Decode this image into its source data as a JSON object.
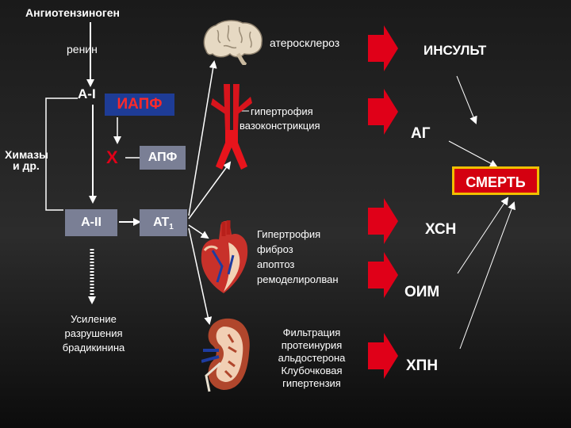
{
  "top_label": "Ангиотензиноген",
  "renin": "ренин",
  "a1": "A-I",
  "iapf": "ИАПФ",
  "chymases": [
    "Химазы",
    "и др."
  ],
  "block_mark": "X",
  "apf": "АПФ",
  "a2": "A-II",
  "at1_main": "AT",
  "at1_sub": "1",
  "bradykinin": [
    "Усиление",
    "разрушения",
    "брадикинина"
  ],
  "effects": {
    "brain": "атеросклероз",
    "vessel": [
      "гипертрофия",
      "вазоконстрикция"
    ],
    "heart": [
      "Гипертрофия",
      "фиброз",
      "апоптоз",
      "ремоделиролван"
    ],
    "kidney": [
      "Фильтрация",
      "протеинурия",
      "альдостерона",
      "Клубочковая",
      "гипертензия"
    ]
  },
  "outcomes": {
    "stroke": "ИНСУЛЬТ",
    "ag": "АГ",
    "death": "СМЕРТЬ",
    "chf": "ХСН",
    "mi": "ОИМ",
    "ckd": "ХПН"
  },
  "colors": {
    "accent_red": "#e00018",
    "box_blue": "#1e3c96",
    "gray_box": "#7a7f95",
    "death_bg": "#d40010",
    "death_border": "#f0c000"
  }
}
